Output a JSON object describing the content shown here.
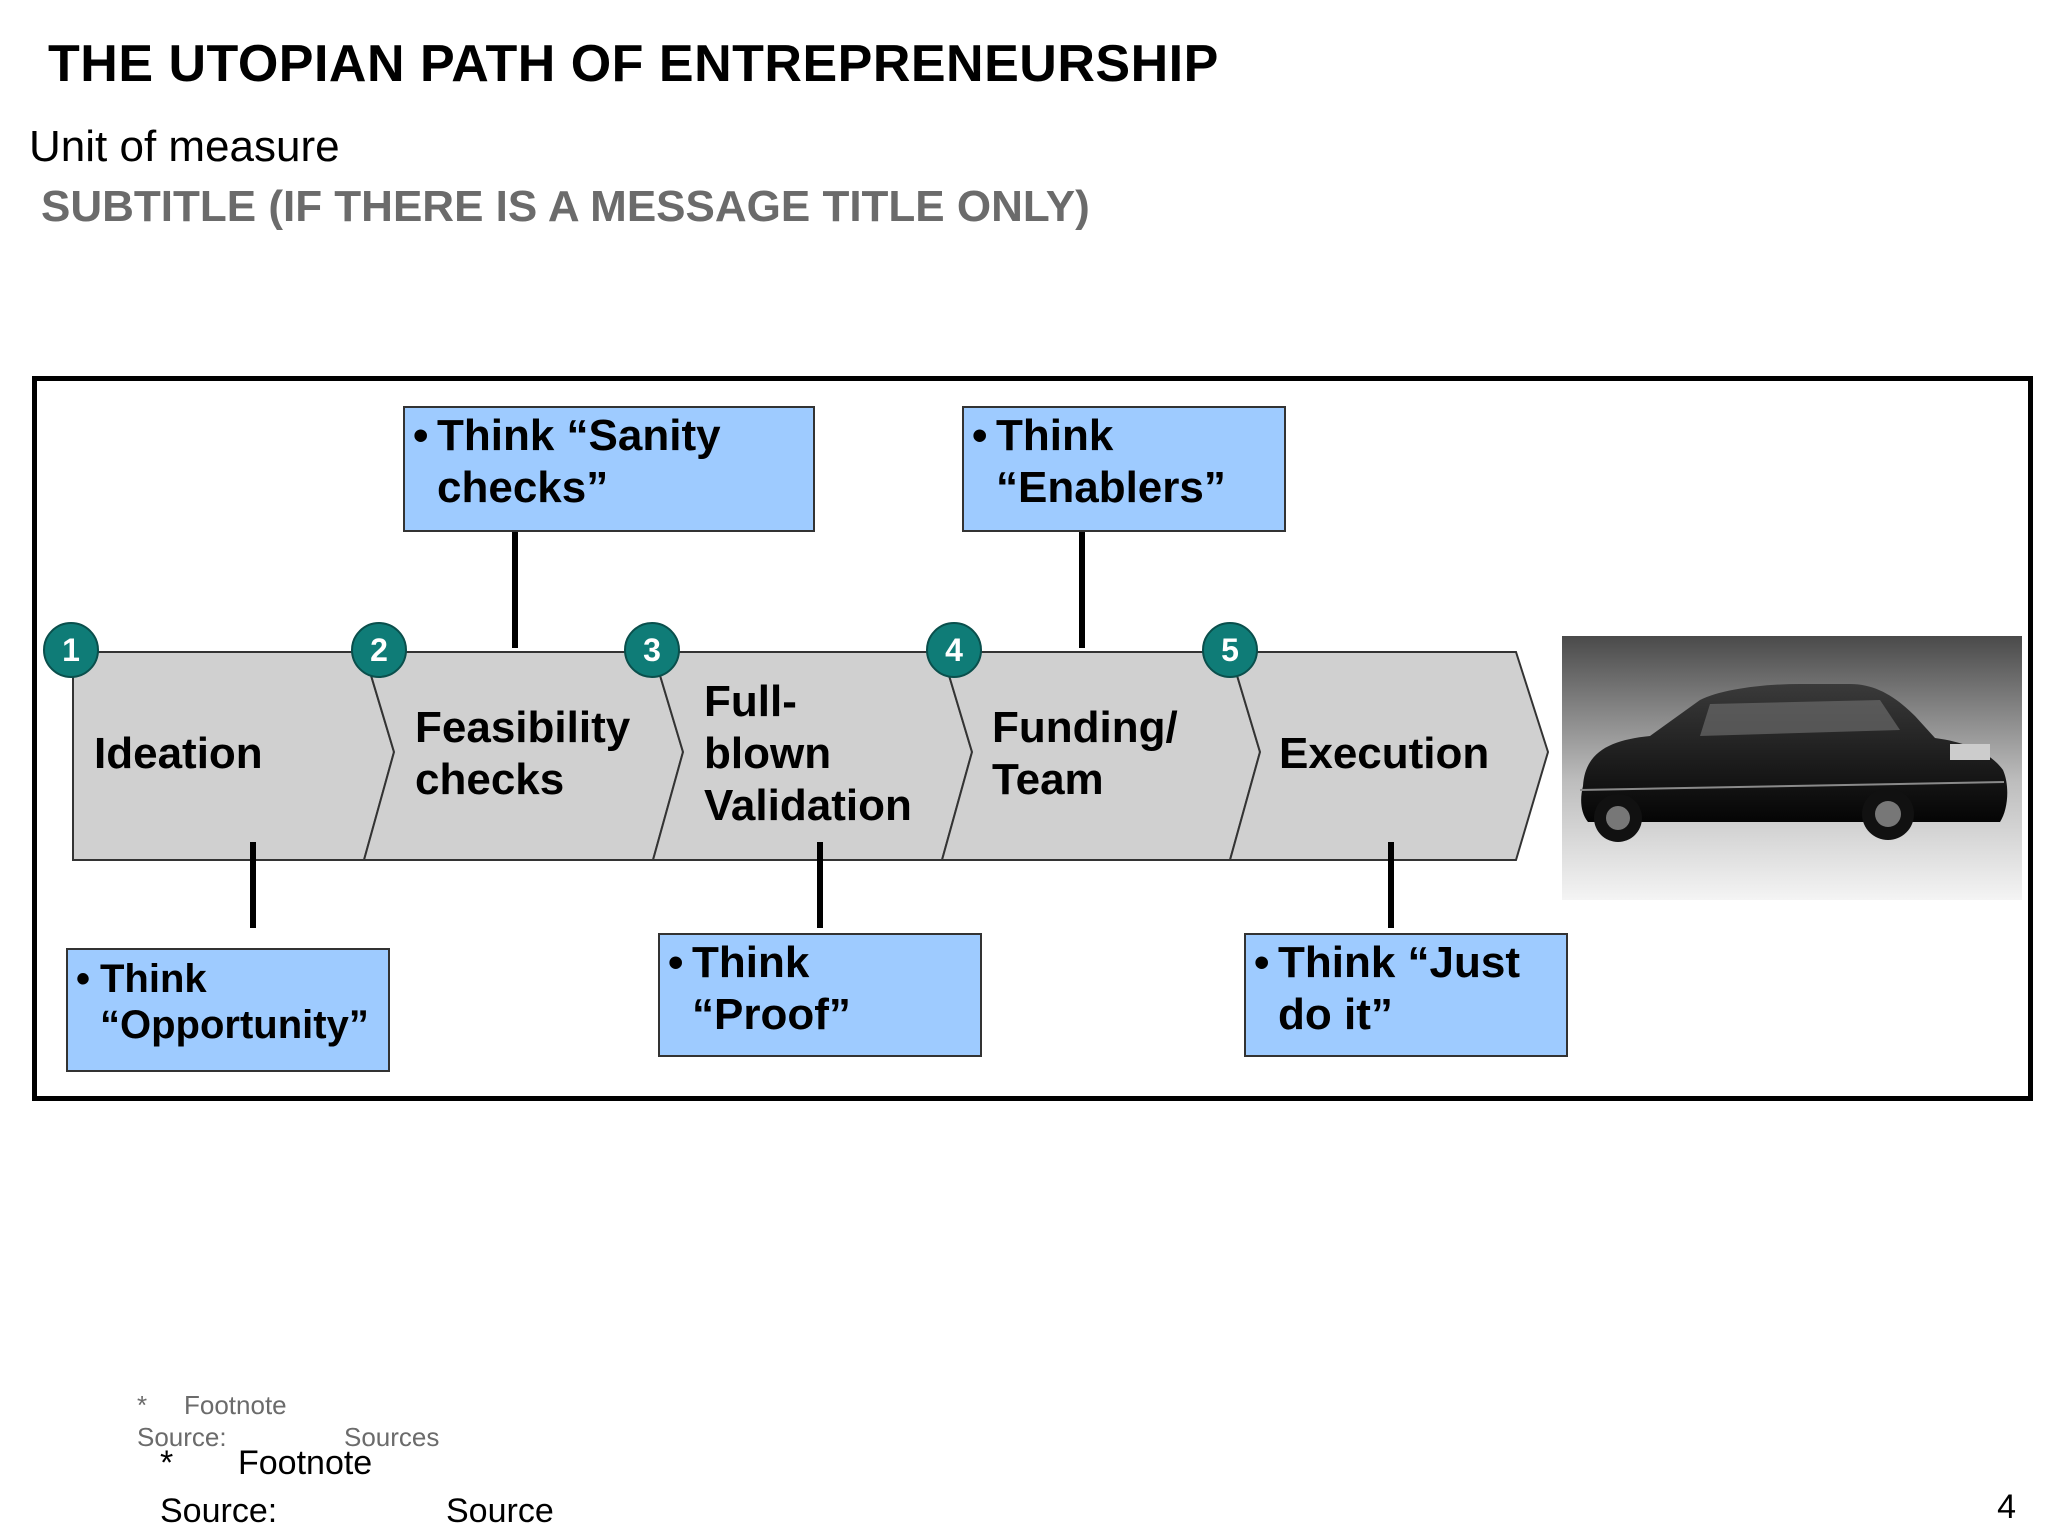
{
  "header": {
    "title": "THE UTOPIAN PATH OF ENTREPRENEURSHIP",
    "unit": "Unit of measure",
    "subtitle": "SUBTITLE (IF THERE IS A MESSAGE TITLE ONLY)"
  },
  "steps": [
    {
      "number": "1",
      "label": "Ideation"
    },
    {
      "number": "2",
      "label": "Feasibility\nchecks"
    },
    {
      "number": "3",
      "label": "Full-\nblown\nValidation"
    },
    {
      "number": "4",
      "label": "Funding/\nTeam"
    },
    {
      "number": "5",
      "label": "Execution"
    }
  ],
  "callouts": {
    "top": [
      {
        "bullet": "•",
        "text": "Think “Sanity checks”"
      },
      {
        "bullet": "•",
        "text": "Think “Enablers”"
      }
    ],
    "bottom": [
      {
        "bullet": "•",
        "text": "Think “Opportunity”"
      },
      {
        "bullet": "•",
        "text": "Think “Proof”"
      },
      {
        "bullet": "•",
        "text": "Think “Just do it”"
      }
    ]
  },
  "colors": {
    "chevron_fill": "#d0d0d0",
    "badge_fill": "#0f7c77",
    "callout_fill": "#9ecbff"
  },
  "image": {
    "icon": "limousine-image"
  },
  "footer": {
    "small_star": "*",
    "small_footnote": "Footnote",
    "small_source_label": "Source:",
    "small_sources": "Sources",
    "big_star": "*",
    "big_footnote": "Footnote",
    "big_source_label": "Source:",
    "big_source": "Source",
    "page_number": "4"
  }
}
